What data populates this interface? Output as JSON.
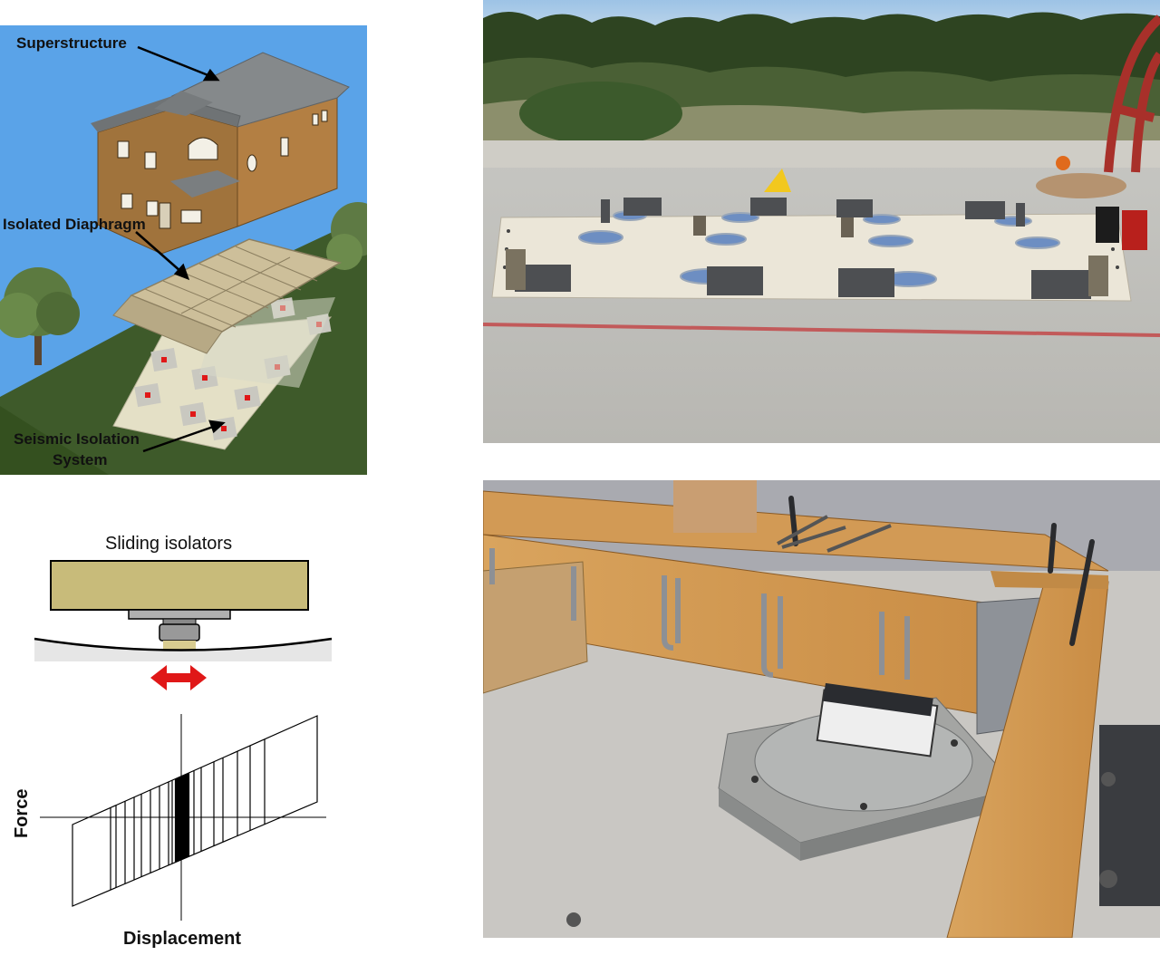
{
  "rendering": {
    "label_superstructure": "Superstructure",
    "label_diaphragm": "Isolated Diaphragm",
    "label_isolation_line1": "Seismic Isolation",
    "label_isolation_line2": "System"
  },
  "isolator": {
    "title": "Sliding isolators"
  },
  "hysteresis": {
    "xlabel": "Displacement",
    "ylabel": "Force"
  },
  "colors": {
    "sky": "#5aa3e8",
    "grass": "#3e5a2a",
    "house_wall": "#a0733c",
    "roof": "#7a7e80",
    "beam": "#c8bb7a",
    "arrow": "#e01818",
    "wood": "#d9a45e",
    "concrete": "#c9c7c3"
  }
}
